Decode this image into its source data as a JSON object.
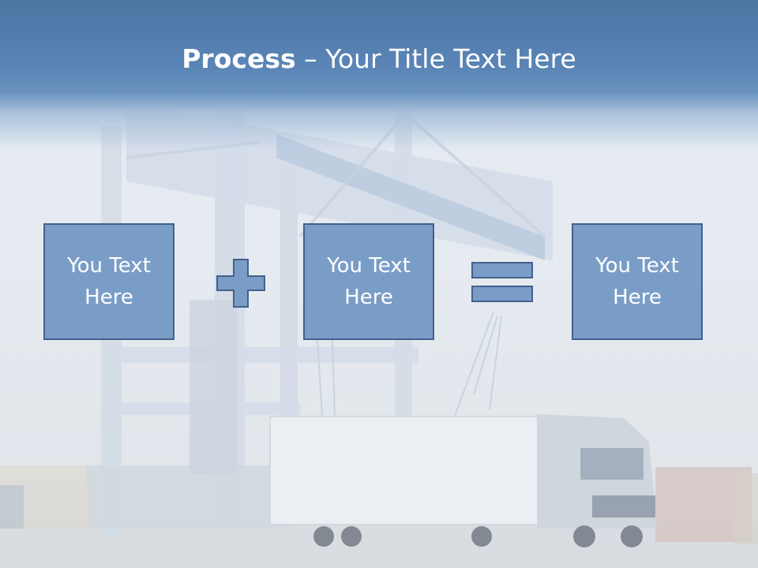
{
  "slide": {
    "title_bold": "Process",
    "title_rest": " – Your Title Text Here",
    "boxes": [
      {
        "text": "You Text Here"
      },
      {
        "text": "You Text Here"
      },
      {
        "text": "You Text Here"
      }
    ],
    "operators": [
      "plus-icon",
      "equals-icon"
    ],
    "background_image": "container-port-crane-truck-photo",
    "colors": {
      "header": "#5a85b6",
      "box_fill": "#7a9dc8",
      "box_border": "#42618b",
      "text": "#ffffff"
    }
  }
}
